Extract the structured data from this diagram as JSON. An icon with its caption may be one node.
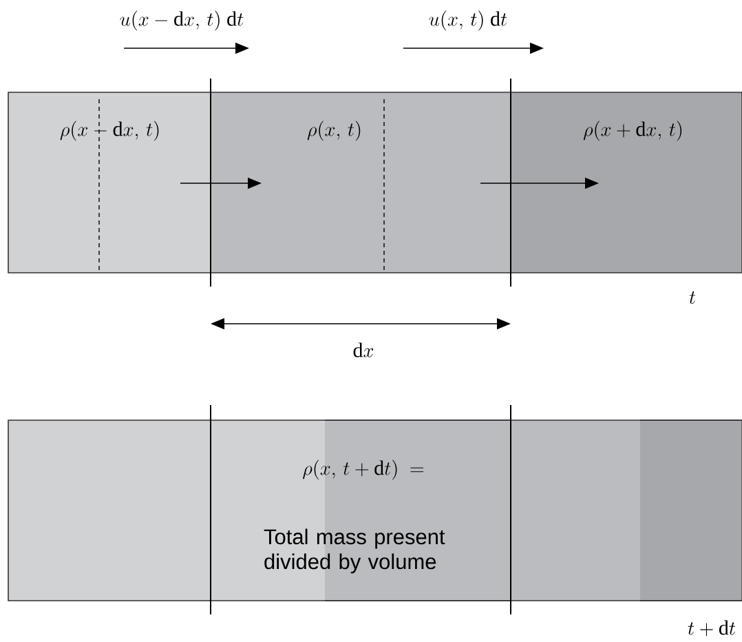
{
  "diagram": {
    "nodes": [
      {
        "text": [
          "\\rho(x-\\mathrm{d}x,\\, t)"
        ]
      },
      {
        "text": [
          "\\rho(x,\\, t)"
        ]
      },
      {
        "text": [
          "\\rho(x+\\mathrm{d}x,\\, t)"
        ]
      },
      {
        "text": [],
        "shape": "box"
      },
      {
        "text": [
          "\\rho(x,\\, t+\\mathrm{d}t)\\ =",
          "Total mass present divided by volume"
        ]
      },
      {
        "text": [],
        "shape": "box"
      }
    ],
    "edges": [
      {
        "from": 0,
        "to": 1,
        "arrow": "to"
      },
      {
        "from": 1,
        "to": 2,
        "arrow": "to"
      }
    ],
    "labels": [
      "u(x-\\mathrm{d}x,\\, t)\\ \\mathrm{d}t",
      "u(x,\\, t)\\ \\mathrm{d}t",
      "t",
      "\\mathrm{d}x",
      "t+\\mathrm{d}t"
    ]
  }
}
